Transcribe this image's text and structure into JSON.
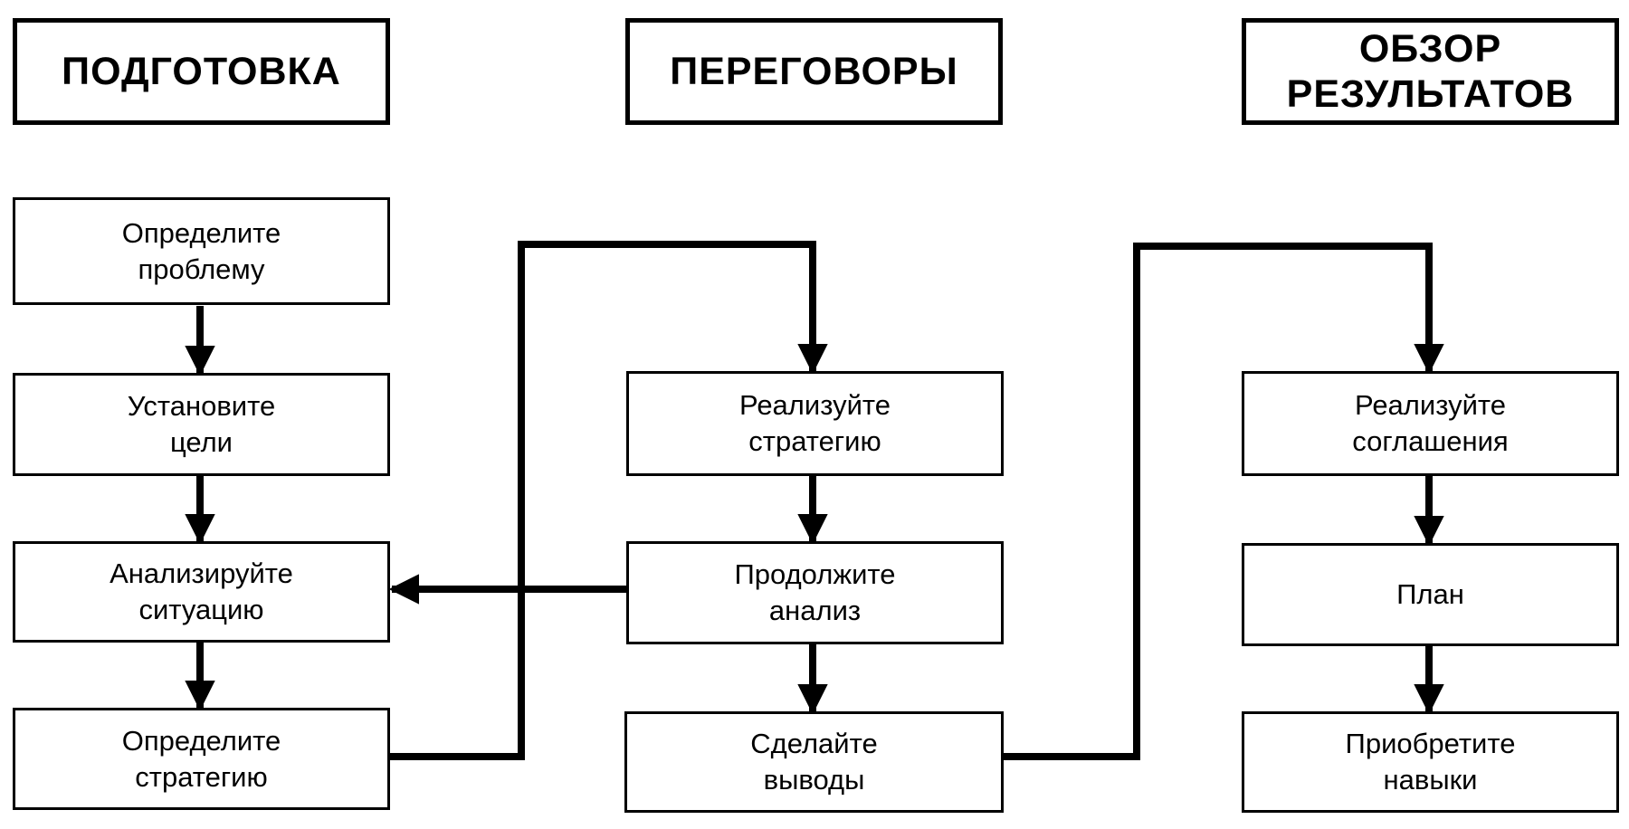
{
  "columns": [
    {
      "header": "ПОДГОТОВКА",
      "steps": [
        "Определите\nпроблему",
        "Установите\nцели",
        "Анализируйте\nситуацию",
        "Определите\nстратегию"
      ]
    },
    {
      "header": "ПЕРЕГОВОРЫ",
      "steps": [
        "Реализуйте\nстратегию",
        "Продолжите\nанализ",
        "Сделайте\nвыводы"
      ]
    },
    {
      "header": "ОБЗОР\nРЕЗУЛЬТАТОВ",
      "steps": [
        "Реализуйте\nсоглашения",
        "План",
        "Приобретите\nнавыки"
      ]
    }
  ],
  "colors": {
    "line": "#000000",
    "background": "#ffffff"
  }
}
